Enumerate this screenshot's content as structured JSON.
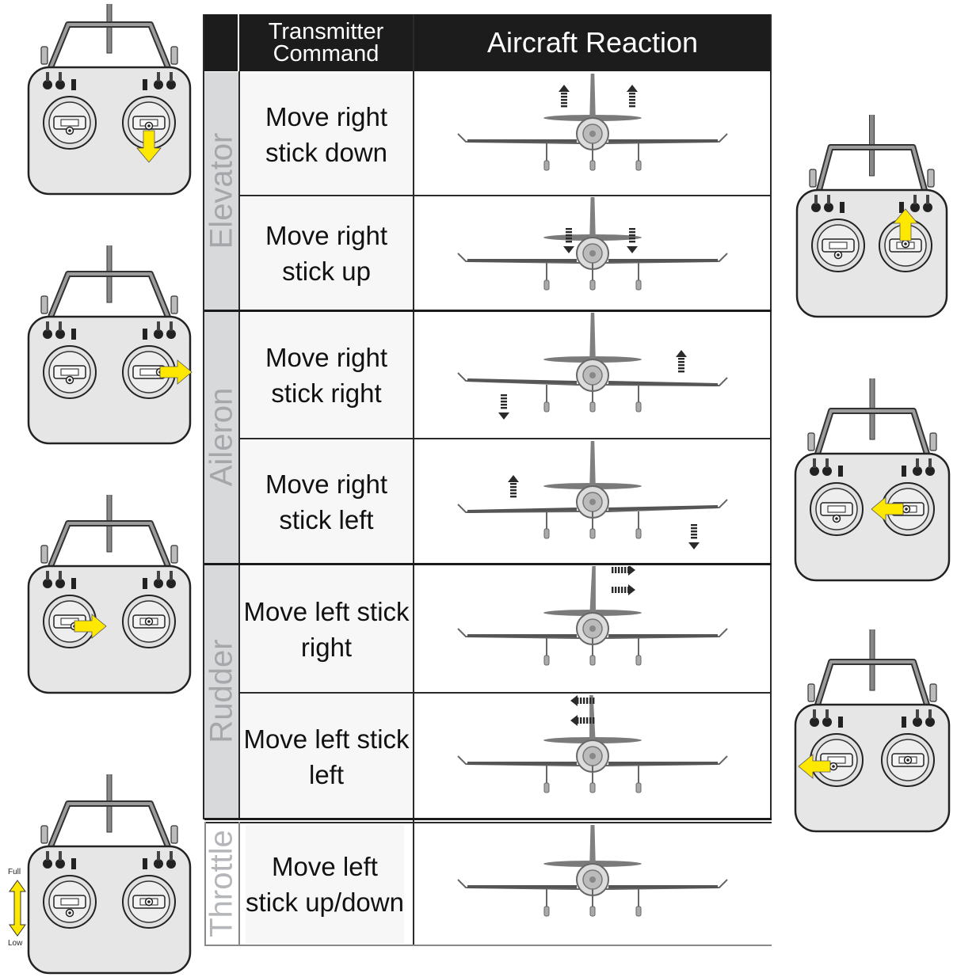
{
  "header": {
    "transmitter_command": "Transmitter Command",
    "aircraft_reaction": "Aircraft Reaction"
  },
  "sections": {
    "elevator": "Elevator",
    "aileron": "Aileron",
    "rudder": "Rudder",
    "throttle": "Throttle"
  },
  "rows": [
    {
      "command": "Move right stick down",
      "section": "Elevator",
      "reaction": "elevator-up"
    },
    {
      "command": "Move right stick up",
      "section": "Elevator",
      "reaction": "elevator-down"
    },
    {
      "command": "Move right stick right",
      "section": "Aileron",
      "reaction": "roll-right"
    },
    {
      "command": "Move right stick left",
      "section": "Aileron",
      "reaction": "roll-left"
    },
    {
      "command": "Move left stick right",
      "section": "Rudder",
      "reaction": "yaw-right"
    },
    {
      "command": "Move left stick left",
      "section": "Rudder",
      "reaction": "yaw-left"
    },
    {
      "command": "Move left stick up/down",
      "section": "Throttle",
      "reaction": "none"
    }
  ],
  "throttle_labels": {
    "full": "Full",
    "low": "Low"
  },
  "colors": {
    "arrow": "#ffe800",
    "header_bg": "#1c1c1c",
    "section_bg": "#d8d9db",
    "section_text": "#a5a7aa"
  }
}
